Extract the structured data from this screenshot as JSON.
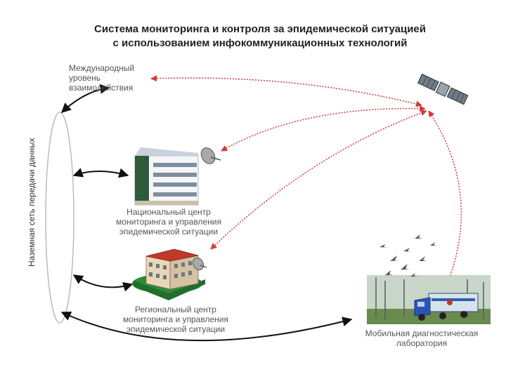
{
  "title": {
    "line1": "Система мониторинга и контроля за эпидемической ситуацией",
    "line2": "с использованием инфокоммуникационных технологий"
  },
  "side_label": "Наземная сеть передачи данных",
  "nodes": {
    "international": [
      "Международный",
      "уровень",
      "взаимодействия"
    ],
    "national": [
      "Национальный центр",
      "мониторинга и управления",
      "эпидемической ситуации"
    ],
    "regional": [
      "Региональный центр",
      "мониторинга и управления",
      "эпидемической ситуации"
    ],
    "mobile": [
      "Мобильная диагностическая",
      "лаборатория"
    ]
  },
  "colors": {
    "satellite_link": "#d23b3b",
    "ground_link": "#111111"
  }
}
